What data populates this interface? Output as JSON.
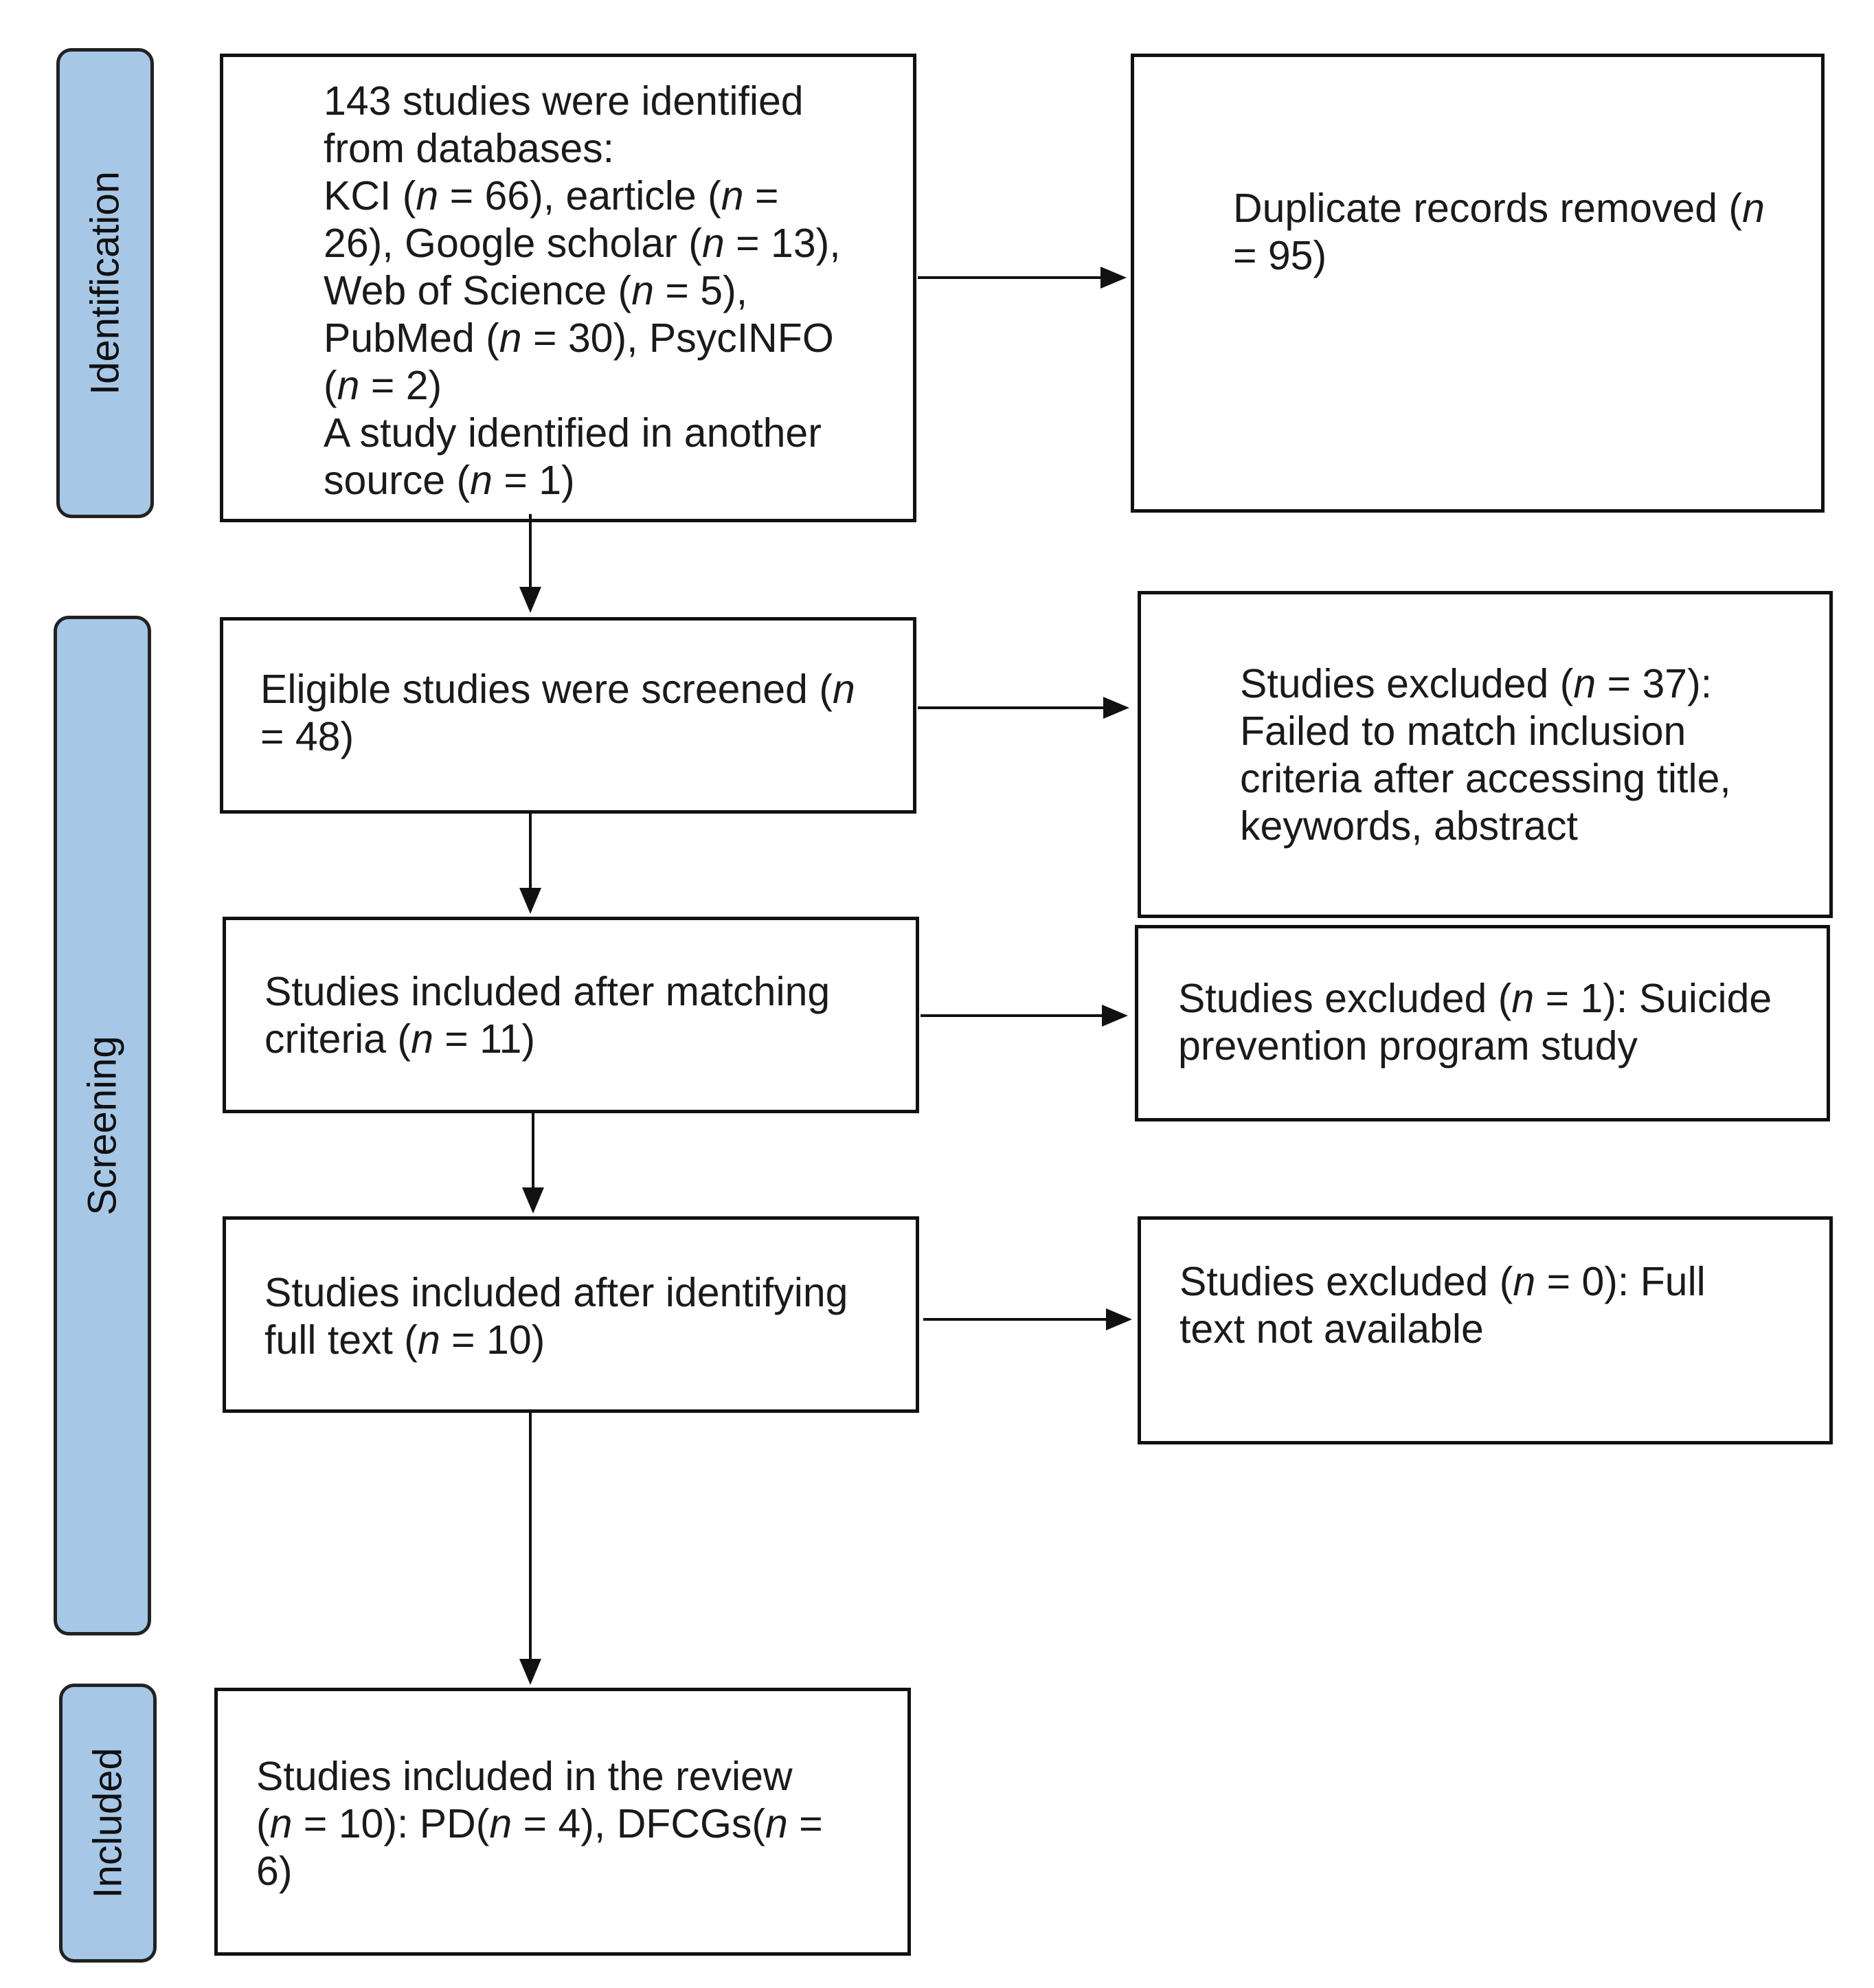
{
  "phases": {
    "identification": "Identification",
    "screening": "Screening",
    "included": "Included"
  },
  "boxes": {
    "identified": {
      "line1": "143 studies were identified",
      "line2": "from databases:",
      "line3_a": "KCI (",
      "line3_b": " = 66), earticle (",
      "line3_c": " =",
      "line4_a": "26), Google scholar (",
      "line4_b": " = 13),",
      "line5_a": "Web of Science (",
      "line5_b": " = 5),",
      "line6_a": "PubMed (",
      "line6_b": " = 30), PsycINFO",
      "line7_a": "(",
      "line7_b": " = 2)",
      "line8": "A study identified in another",
      "line9_a": "source (",
      "line9_b": " = 1)"
    },
    "duplicates": {
      "line1_a": "Duplicate records removed (",
      "line2_a": "= 95)"
    },
    "screened": {
      "line1_a": "Eligible studies were screened (",
      "line2_a": "= 48)"
    },
    "excluded_37": {
      "line1_a": "Studies excluded (",
      "line1_b": " = 37):",
      "line2": "Failed to match inclusion",
      "line3": "criteria after accessing title,",
      "line4": "keywords, abstract"
    },
    "matched": {
      "line1": "Studies included after matching",
      "line2_a": "criteria (",
      "line2_b": " = 11)"
    },
    "excluded_1": {
      "line1_a": "Studies excluded (",
      "line1_b": " = 1): Suicide",
      "line2": "prevention program study"
    },
    "fulltext": {
      "line1": "Studies included after identifying",
      "line2_a": "full text (",
      "line2_b": " = 10)"
    },
    "excluded_0": {
      "line1_a": "Studies excluded (",
      "line1_b": " = 0): Full",
      "line2": "text not available"
    },
    "review": {
      "line1": "Studies included in the review",
      "line2_a": "(",
      "line2_b": " = 10): PD(",
      "line2_c": " = 4), DFCGs(",
      "line2_d": " =",
      "line3": "6)"
    }
  },
  "n_symbol": "n"
}
